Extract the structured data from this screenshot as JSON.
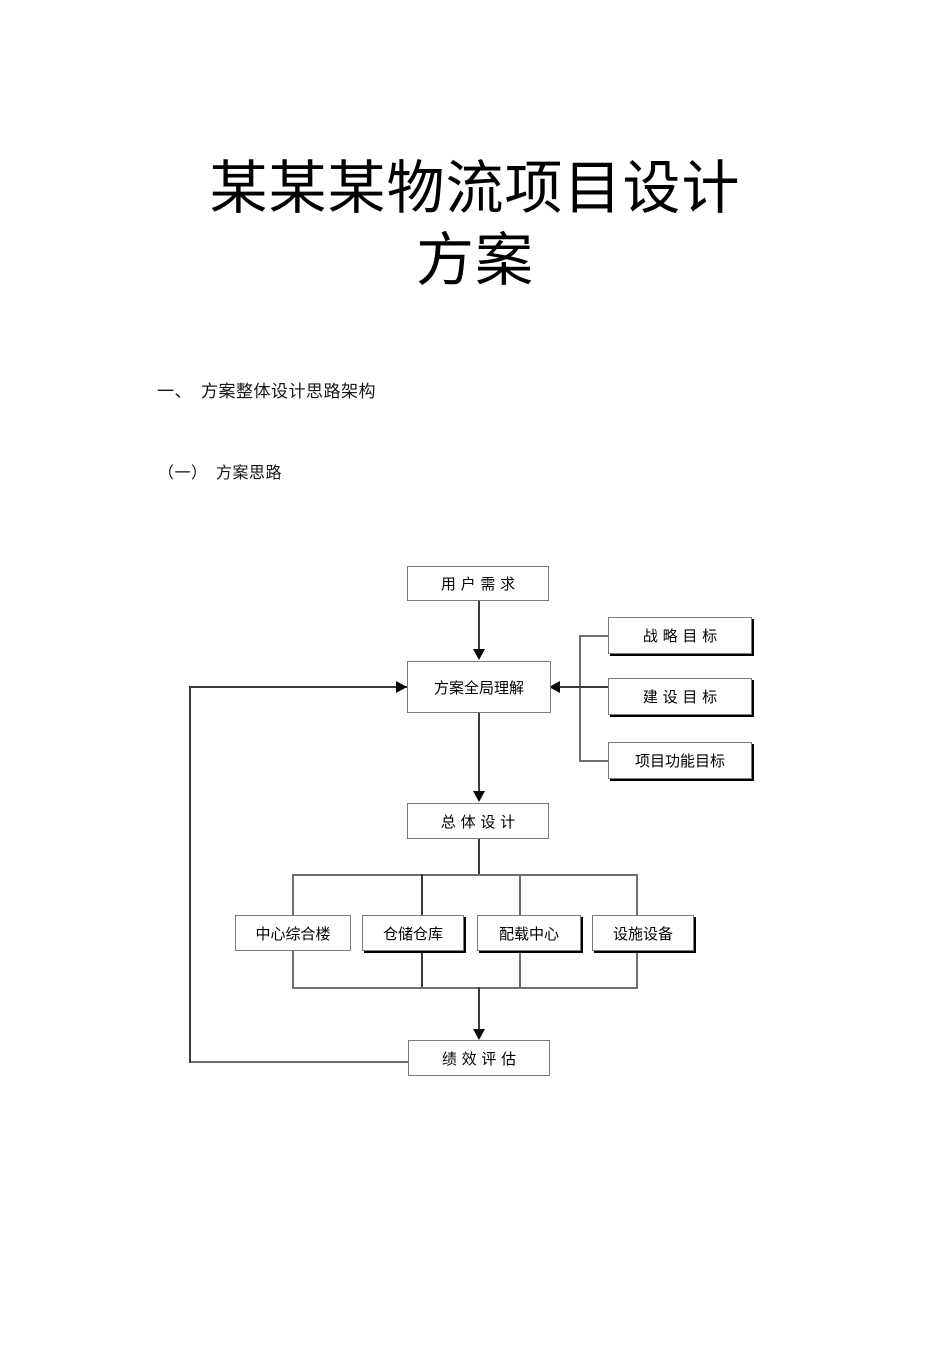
{
  "document": {
    "title": "某某某物流项目设计\n方案",
    "heading_1": "一、　方案整体设计思路架构",
    "heading_2": "（一）　方案思路"
  },
  "chart_data": {
    "type": "diagram",
    "title": "方案思路流程图",
    "nodes": [
      {
        "id": "user-demand",
        "label": "用 户 需 求",
        "level": "input"
      },
      {
        "id": "overall-understand",
        "label": "方案全局理解",
        "level": "process"
      },
      {
        "id": "strategic-goal",
        "label": "战 略 目 标",
        "level": "goal"
      },
      {
        "id": "construction-goal",
        "label": "建 设 目 标",
        "level": "goal"
      },
      {
        "id": "function-goal",
        "label": "项目功能目标",
        "level": "goal"
      },
      {
        "id": "overall-design",
        "label": "总 体 设 计",
        "level": "process"
      },
      {
        "id": "central-building",
        "label": "中心综合楼",
        "level": "component"
      },
      {
        "id": "storage-warehouse",
        "label": "仓储仓库",
        "level": "component"
      },
      {
        "id": "loading-center",
        "label": "配载中心",
        "level": "component"
      },
      {
        "id": "facility-equipment",
        "label": "设施设备",
        "level": "component"
      },
      {
        "id": "performance-eval",
        "label": "绩 效 评 估",
        "level": "output"
      }
    ],
    "edges": [
      {
        "from": "user-demand",
        "to": "overall-understand",
        "style": "arrow-down"
      },
      {
        "from": "strategic-goal",
        "to": "overall-understand",
        "style": "bus-left-arrow"
      },
      {
        "from": "construction-goal",
        "to": "overall-understand",
        "style": "bus-left-arrow"
      },
      {
        "from": "function-goal",
        "to": "overall-understand",
        "style": "bus-left-arrow"
      },
      {
        "from": "overall-understand",
        "to": "overall-design",
        "style": "arrow-down"
      },
      {
        "from": "overall-design",
        "to": "central-building",
        "style": "bus-down"
      },
      {
        "from": "overall-design",
        "to": "storage-warehouse",
        "style": "bus-down"
      },
      {
        "from": "overall-design",
        "to": "loading-center",
        "style": "bus-down"
      },
      {
        "from": "overall-design",
        "to": "facility-equipment",
        "style": "bus-down"
      },
      {
        "from": "components",
        "to": "performance-eval",
        "style": "bus-down-arrow"
      },
      {
        "from": "performance-eval",
        "to": "overall-understand",
        "style": "feedback-loop-arrow"
      }
    ],
    "colors": {
      "box_border": "#7a7a7a",
      "line": "#6e6e6e",
      "arrow": "#0a0a0a",
      "text": "#000000",
      "background": "#ffffff"
    }
  }
}
